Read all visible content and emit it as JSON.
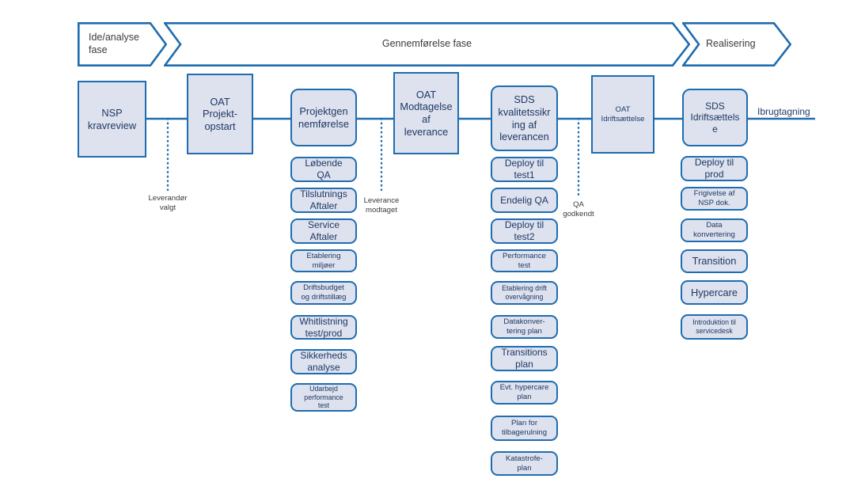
{
  "diagram": {
    "title": "NSP projekt faseplan",
    "colors": {
      "node_fill": "#dde2ee",
      "node_border": "#1f6cb0",
      "connector": "#1f6cb0",
      "text": "#1f3864",
      "caption_text": "#3b3b3b",
      "background": "#ffffff"
    }
  },
  "phases": [
    {
      "label": "Ide/analyse\nfase"
    },
    {
      "label": "Gennemførelse fase"
    },
    {
      "label": "Realisering"
    }
  ],
  "main_steps": [
    {
      "label": "NSP\nkravreview",
      "shape": "rect"
    },
    {
      "label": "OAT\nProjekt-\nopstart",
      "shape": "rect"
    },
    {
      "label": "Projektgen\nnemførelse",
      "shape": "rounded"
    },
    {
      "label": "OAT\nModtagelse\naf\nleverance",
      "shape": "rect"
    },
    {
      "label": "SDS\nkvalitetssikr\ning af\nleverancen",
      "shape": "rounded"
    },
    {
      "label": "OAT\nIdriftsættelse",
      "shape": "rect"
    },
    {
      "label": "SDS\nIdriftsættels\ne",
      "shape": "rounded"
    }
  ],
  "milestones": [
    {
      "label": "Leverandør\nvalgt"
    },
    {
      "label": "Leverance\nmodtaget"
    },
    {
      "label": "QA\ngodkendt"
    }
  ],
  "end_label": "Ibrugtagning",
  "columns": [
    {
      "name": "projektgennemfoerelse-tasks",
      "items": [
        "Løbende\nQA",
        "Tilslutnings\nAftaler",
        "Service\nAftaler",
        "Etablering\nmiljøer",
        "Driftsbudget\nog driftstillæg",
        "Whitlistning\ntest/prod",
        "Sikkerheds\nanalyse",
        "Udarbejd\nperformance\ntest"
      ]
    },
    {
      "name": "sds-kvalitetssikring-tasks",
      "items": [
        "Deploy til\ntest1",
        "Endelig QA",
        "Deploy til\ntest2",
        "Performance\ntest",
        "Etablering drift\novervågning",
        "Datakonver-\ntering plan",
        "Transitions\nplan",
        "Evt. hypercare\nplan",
        "Plan for\ntilbagerulning",
        "Katastrofe-\nplan"
      ]
    },
    {
      "name": "sds-idriftsaettelse-tasks",
      "items": [
        "Deploy til\nprod",
        "Frigivelse af\nNSP dok.",
        "Data\nkonvertering",
        "Transition",
        "Hypercare",
        "Introduktion til\nservicedesk"
      ]
    }
  ]
}
